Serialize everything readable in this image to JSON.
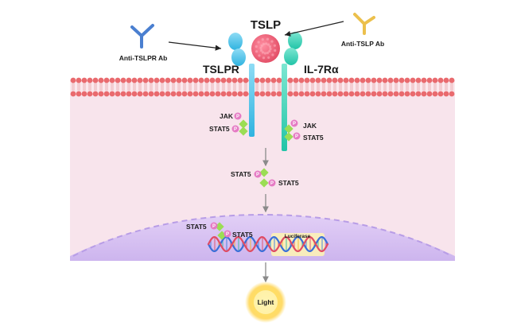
{
  "labels": {
    "tslp": "TSLP",
    "tslpr": "TSLPR",
    "il7ra": "IL-7Rα",
    "anti_tslpr_ab": "Anti-TSLPR Ab",
    "anti_tslp_ab": "Anti-TSLP Ab",
    "jak_left": "JAK",
    "stat5_left": "STAT5",
    "jak_right": "JAK",
    "stat5_right": "STAT5",
    "stat5_dimer_a": "STAT5",
    "stat5_dimer_b": "STAT5",
    "stat5_nuc_a": "STAT5",
    "stat5_nuc_b": "STAT5",
    "luciferase": "Luciferase",
    "light": "Light",
    "phospho": "P"
  },
  "colors": {
    "membrane_head": "#e96a6e",
    "cytoplasm": "#f8e4ec",
    "nucleus": "#d7c3f1",
    "tslpr": "#55c6e8",
    "il7ra": "#3fd3b7",
    "tslp_ligand": "#ee5a72",
    "anti_tslpr_ab": "#4a7fd0",
    "anti_tslp_ab": "#ecc04c",
    "stat5_diamond": "#9bdd55",
    "phospho_circle": "#e57bc4",
    "light_glow": "#ffcf2e"
  }
}
